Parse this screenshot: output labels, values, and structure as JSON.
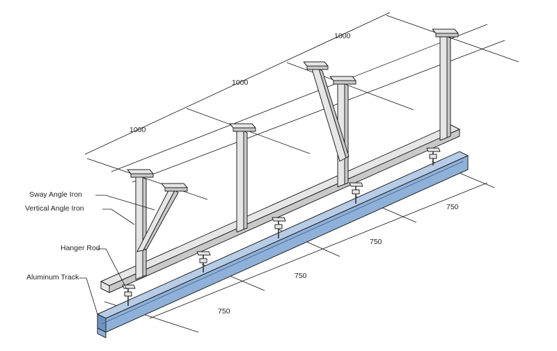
{
  "labels": {
    "sway_angle_iron": "Sway Angle Iron",
    "vertical_angle_iron": "Vertical Angle Iron",
    "hanger_rod": "Hanger Rod",
    "aluminum_track": "Aluminum Track"
  },
  "dimensions": {
    "top_spacing": [
      "1000",
      "1000",
      "1000"
    ],
    "bottom_spacing": [
      "750",
      "750",
      "750",
      "750"
    ]
  },
  "colors": {
    "track": "#8fb0d8",
    "steel": "#e6e6e6"
  }
}
